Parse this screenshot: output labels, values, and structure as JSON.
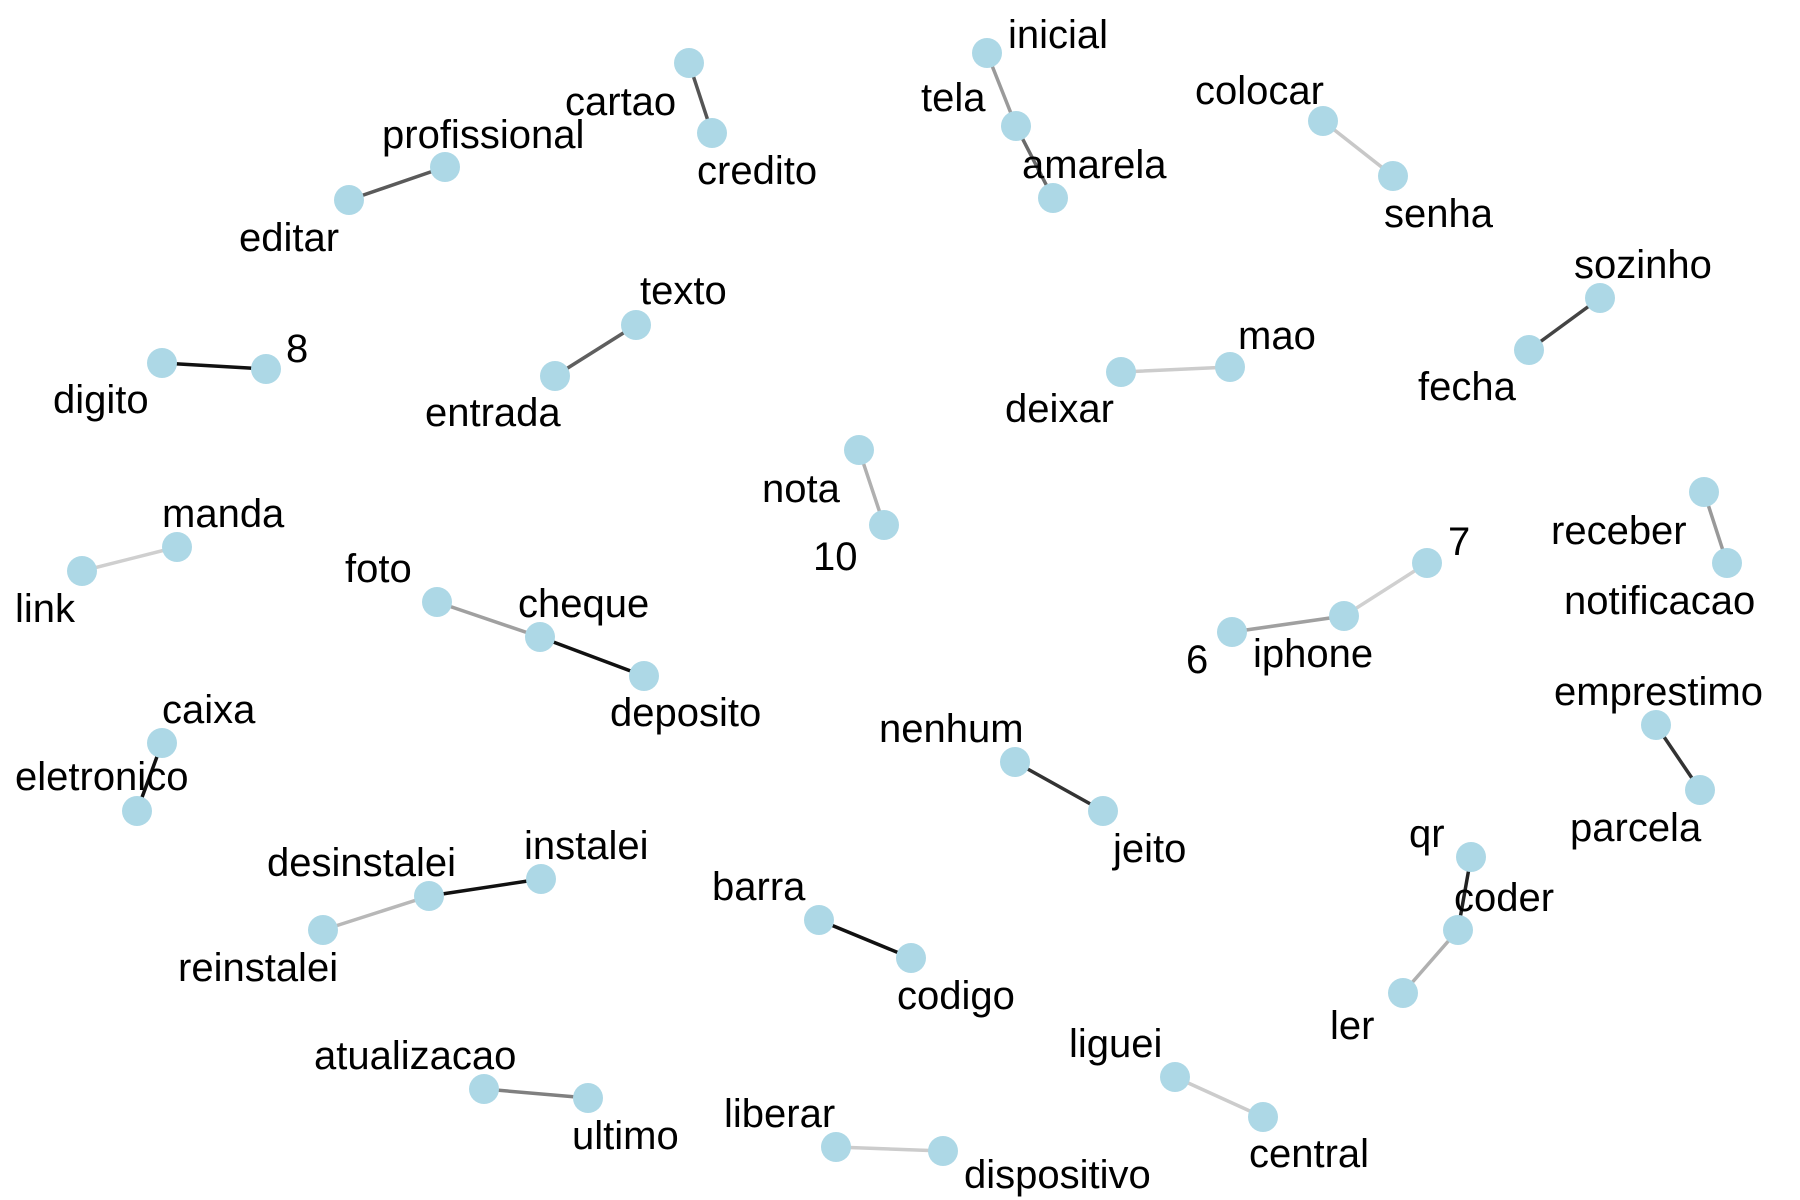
{
  "graph": {
    "node_color": "#add8e6",
    "label_color": "#000000",
    "nodes": [
      {
        "id": "cartao",
        "label": "cartao"
      },
      {
        "id": "credito",
        "label": "credito"
      },
      {
        "id": "profissional",
        "label": "profissional"
      },
      {
        "id": "editar",
        "label": "editar"
      },
      {
        "id": "inicial",
        "label": "inicial"
      },
      {
        "id": "tela",
        "label": "tela"
      },
      {
        "id": "amarela",
        "label": "amarela"
      },
      {
        "id": "colocar",
        "label": "colocar"
      },
      {
        "id": "senha",
        "label": "senha"
      },
      {
        "id": "sozinho",
        "label": "sozinho"
      },
      {
        "id": "fecha",
        "label": "fecha"
      },
      {
        "id": "digito",
        "label": "digito"
      },
      {
        "id": "8",
        "label": "8"
      },
      {
        "id": "texto",
        "label": "texto"
      },
      {
        "id": "entrada",
        "label": "entrada"
      },
      {
        "id": "mao",
        "label": "mao"
      },
      {
        "id": "deixar",
        "label": "deixar"
      },
      {
        "id": "nota",
        "label": "nota"
      },
      {
        "id": "10",
        "label": "10"
      },
      {
        "id": "manda",
        "label": "manda"
      },
      {
        "id": "link",
        "label": "link"
      },
      {
        "id": "foto",
        "label": "foto"
      },
      {
        "id": "cheque",
        "label": "cheque"
      },
      {
        "id": "deposito",
        "label": "deposito"
      },
      {
        "id": "receber",
        "label": "receber"
      },
      {
        "id": "notificacao",
        "label": "notificacao"
      },
      {
        "id": "7",
        "label": "7"
      },
      {
        "id": "6",
        "label": "6"
      },
      {
        "id": "iphone",
        "label": "iphone"
      },
      {
        "id": "caixa",
        "label": "caixa"
      },
      {
        "id": "eletronico",
        "label": "eletronico"
      },
      {
        "id": "emprestimo",
        "label": "emprestimo"
      },
      {
        "id": "parcela",
        "label": "parcela"
      },
      {
        "id": "nenhum",
        "label": "nenhum"
      },
      {
        "id": "jeito",
        "label": "jeito"
      },
      {
        "id": "desinstalei",
        "label": "desinstalei"
      },
      {
        "id": "instalei",
        "label": "instalei"
      },
      {
        "id": "reinstalei",
        "label": "reinstalei"
      },
      {
        "id": "barra",
        "label": "barra"
      },
      {
        "id": "codigo",
        "label": "codigo"
      },
      {
        "id": "qr",
        "label": "qr"
      },
      {
        "id": "coder",
        "label": "coder"
      },
      {
        "id": "ler",
        "label": "ler"
      },
      {
        "id": "atualizacao",
        "label": "atualizacao"
      },
      {
        "id": "ultimo",
        "label": "ultimo"
      },
      {
        "id": "liberar",
        "label": "liberar"
      },
      {
        "id": "dispositivo",
        "label": "dispositivo"
      },
      {
        "id": "liguei",
        "label": "liguei"
      },
      {
        "id": "central",
        "label": "central"
      }
    ],
    "edges": [
      {
        "source": "cartao",
        "target": "credito",
        "color": "#555555"
      },
      {
        "source": "editar",
        "target": "profissional",
        "color": "#5a5a5a"
      },
      {
        "source": "inicial",
        "target": "tela",
        "color": "#9a9a9a"
      },
      {
        "source": "tela",
        "target": "amarela",
        "color": "#6a6a6a"
      },
      {
        "source": "colocar",
        "target": "senha",
        "color": "#c8c8c8"
      },
      {
        "source": "fecha",
        "target": "sozinho",
        "color": "#444444"
      },
      {
        "source": "digito",
        "target": "8",
        "color": "#111111"
      },
      {
        "source": "entrada",
        "target": "texto",
        "color": "#5f5f5f"
      },
      {
        "source": "deixar",
        "target": "mao",
        "color": "#cccccc"
      },
      {
        "source": "nota",
        "target": "10",
        "color": "#b0b0b0"
      },
      {
        "source": "link",
        "target": "manda",
        "color": "#cfcfcf"
      },
      {
        "source": "foto",
        "target": "cheque",
        "color": "#a0a0a0"
      },
      {
        "source": "cheque",
        "target": "deposito",
        "color": "#111111"
      },
      {
        "source": "receber",
        "target": "notificacao",
        "color": "#999999"
      },
      {
        "source": "6",
        "target": "iphone",
        "color": "#a0a0a0"
      },
      {
        "source": "iphone",
        "target": "7",
        "color": "#d0d0d0"
      },
      {
        "source": "caixa",
        "target": "eletronico",
        "color": "#111111"
      },
      {
        "source": "emprestimo",
        "target": "parcela",
        "color": "#333333"
      },
      {
        "source": "nenhum",
        "target": "jeito",
        "color": "#333333"
      },
      {
        "source": "reinstalei",
        "target": "desinstalei",
        "color": "#b8b8b8"
      },
      {
        "source": "desinstalei",
        "target": "instalei",
        "color": "#111111"
      },
      {
        "source": "barra",
        "target": "codigo",
        "color": "#111111"
      },
      {
        "source": "qr",
        "target": "coder",
        "color": "#222222"
      },
      {
        "source": "coder",
        "target": "ler",
        "color": "#b0b0b0"
      },
      {
        "source": "atualizacao",
        "target": "ultimo",
        "color": "#808080"
      },
      {
        "source": "liberar",
        "target": "dispositivo",
        "color": "#cccccc"
      },
      {
        "source": "liguei",
        "target": "central",
        "color": "#cccccc"
      }
    ]
  }
}
